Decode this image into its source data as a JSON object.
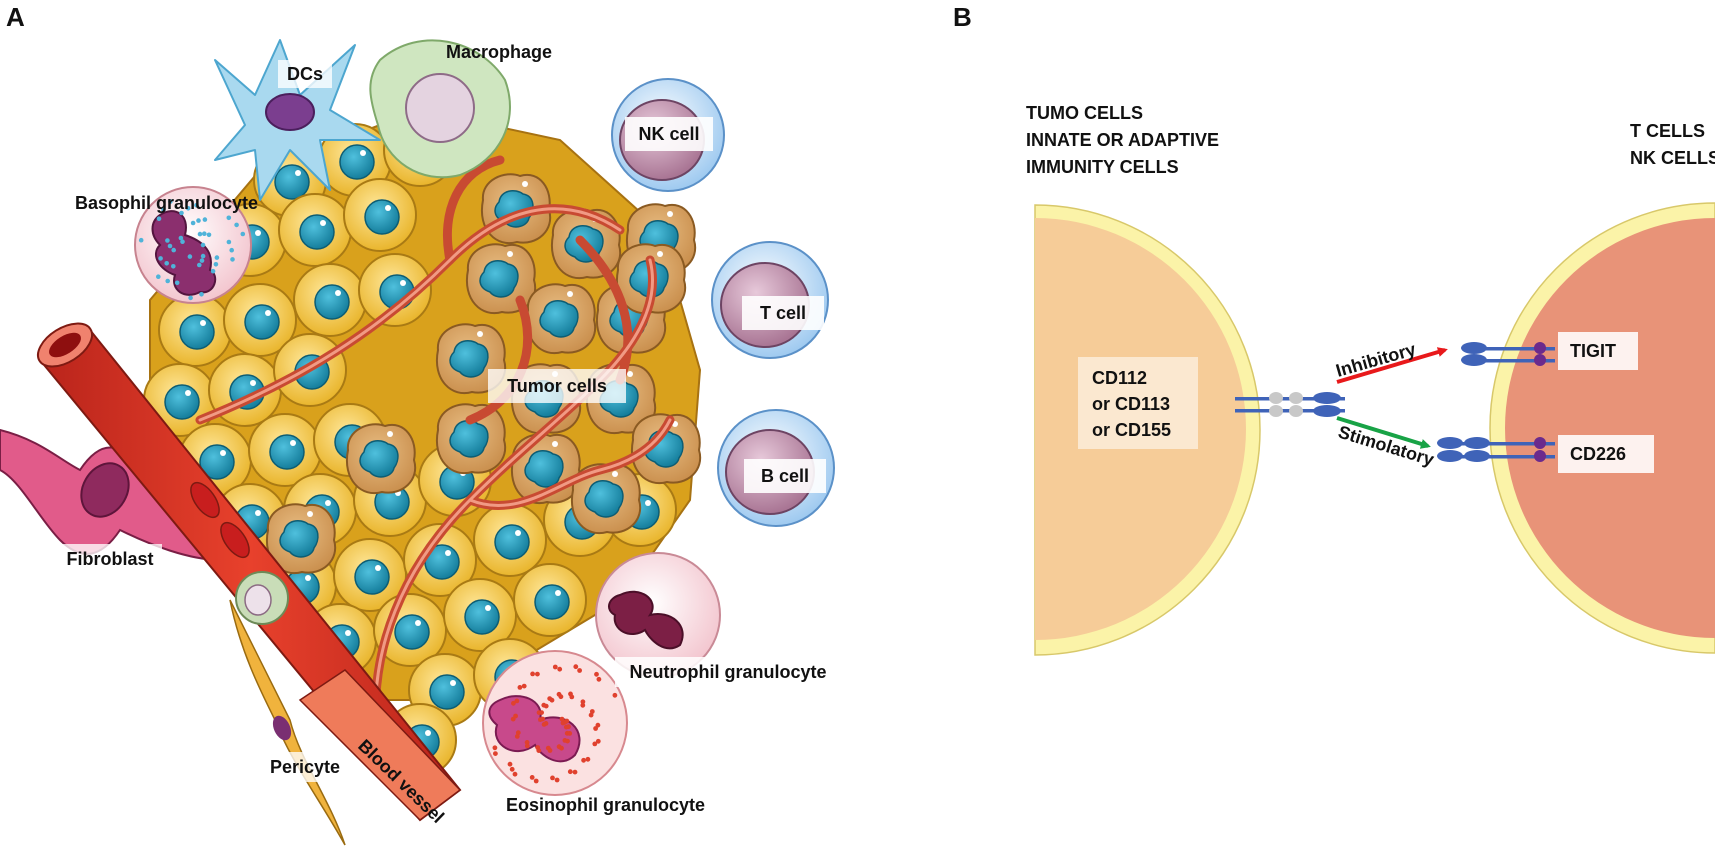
{
  "panels": {
    "a": "A",
    "b": "B"
  },
  "panel_a": {
    "labels": {
      "dcs": "DCs",
      "macrophage": "Macrophage",
      "nk_cell": "NK cell",
      "basophil": "Basophil granulocyte",
      "t_cell": "T cell",
      "tumor_cells": "Tumor cells",
      "b_cell": "B cell",
      "fibroblast": "Fibroblast",
      "neutrophil": "Neutrophil granulocyte",
      "pericyte": "Pericyte",
      "blood_vessel": "Blood vessel",
      "eosinophil": "Eosinophil granulocyte"
    }
  },
  "panel_b": {
    "left_header": [
      "TUMO CELLS",
      "INNATE OR ADAPTIVE",
      "IMMUNITY CELLS"
    ],
    "right_header": [
      "T CELLS",
      "NK CELLS"
    ],
    "ligands": [
      "CD112",
      "or CD113",
      "or CD155"
    ],
    "inhibitory": "Inhibitory",
    "stimolatory": "Stimolatory",
    "tigit": "TIGIT",
    "cd226": "CD226"
  },
  "colors": {
    "tumor_cell_fill": "#f6cc98",
    "t_cell_fill": "#e89378",
    "membrane": "#fbf3a8",
    "inhibitory_arrow": "#e8191b",
    "stimolatory_arrow": "#18a346",
    "receptor": "#3f63b8",
    "ligand_bead": "#c8c8c8",
    "receptor_bead": "#6b2a8c",
    "nucleus": "#1e8fae",
    "cytoplasm": "#f4c94b",
    "vessel": "#d9412b"
  }
}
